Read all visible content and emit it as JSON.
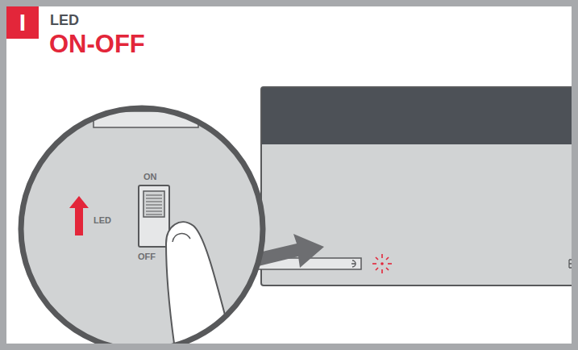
{
  "diagram": {
    "nodes": [
      {
        "text": [
          "I"
        ]
      }
    ],
    "labels": [
      "LED",
      "ON-OFF",
      "ON",
      "LED",
      "OFF"
    ]
  }
}
